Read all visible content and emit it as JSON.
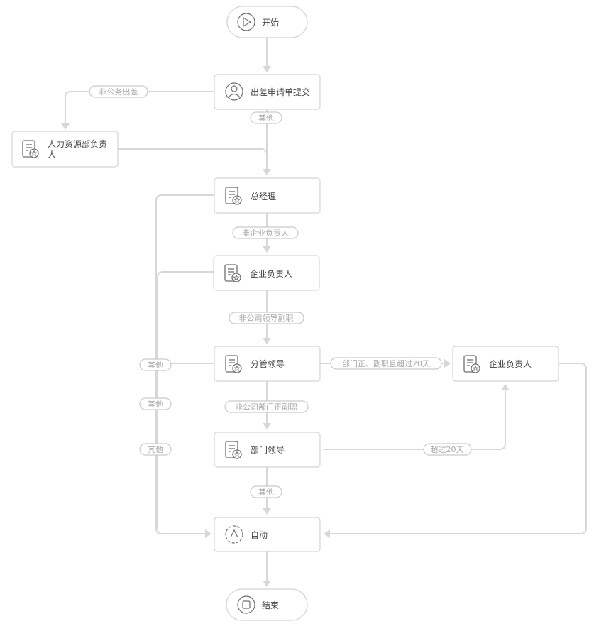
{
  "nodes": {
    "start": {
      "label": "开始",
      "icon": "play-icon"
    },
    "submit": {
      "label": "出差申请单提交",
      "icon": "user-icon"
    },
    "hr": {
      "label_line1": "人力资源部负责",
      "label_line2": "人",
      "icon": "approval-doc-icon"
    },
    "gm": {
      "label": "总经理",
      "icon": "approval-doc-icon"
    },
    "corp_head_1": {
      "label": "企业负责人",
      "icon": "approval-doc-icon"
    },
    "division_leader": {
      "label": "分管领导",
      "icon": "approval-doc-icon"
    },
    "corp_head_2": {
      "label": "企业负责人",
      "icon": "approval-doc-icon"
    },
    "dept_leader": {
      "label": "部门领导",
      "icon": "approval-doc-icon"
    },
    "auto": {
      "label": "自动",
      "icon": "auto-icon"
    },
    "end": {
      "label": "结束",
      "icon": "stop-icon"
    }
  },
  "edges": {
    "non_business_trip": "非公务出差",
    "submit_other": "其他",
    "non_corp_head": "非企业负责人",
    "non_company_leader_deputy": "非公司领导副职",
    "dept_head_deputy_over20": "部门正、副职且超过20天",
    "non_company_dept_head_deputy": "非公司部门正副职",
    "over_20_days": "超过20天",
    "dept_other": "其他",
    "left_other_1": "其他",
    "left_other_2": "其他",
    "left_other_3": "其他"
  },
  "colors": {
    "line": "#d7d7d7",
    "node_border": "#d4d4d4",
    "label_text": "#a8a8a8",
    "node_text": "#444444",
    "icon": "#6f6f6f"
  }
}
